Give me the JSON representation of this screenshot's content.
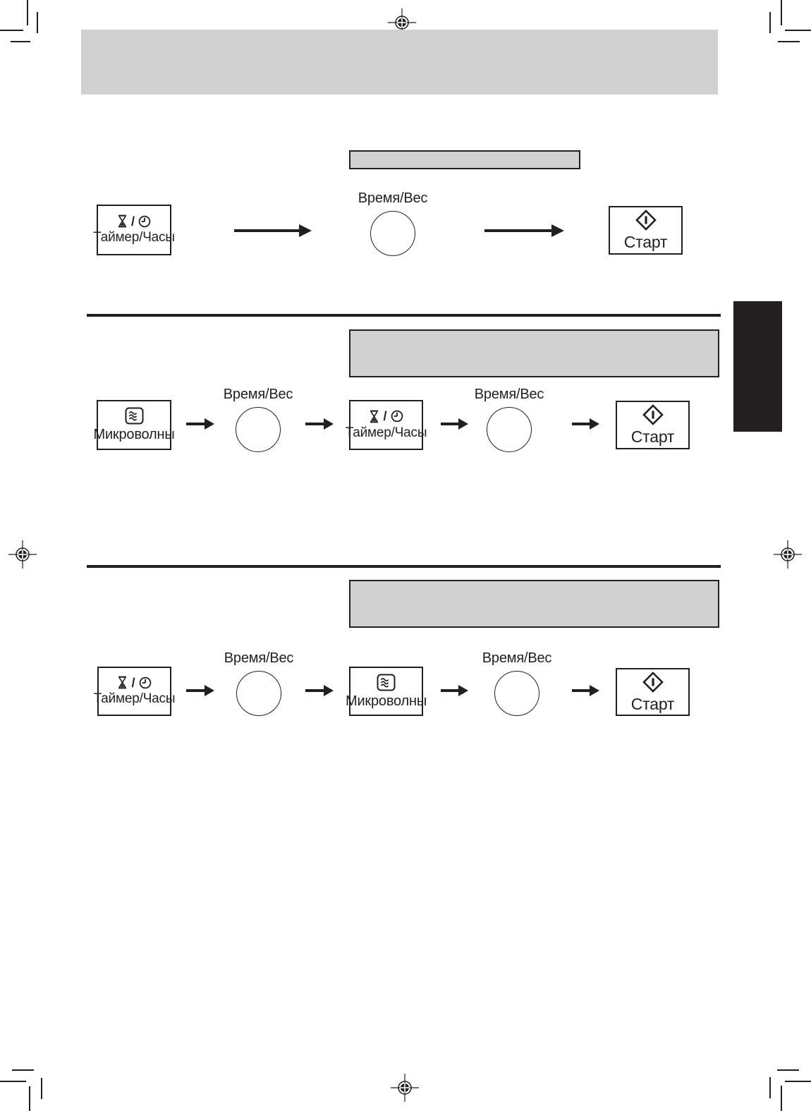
{
  "document": {
    "kind": "microwave-manual-instruction-page",
    "header_bar_text": "",
    "note_boxes": [
      "",
      "",
      ""
    ]
  },
  "labels": {
    "timer_clock": "Таймер/Часы",
    "time_weight": "Время/Вес",
    "microwave": "Микроволны",
    "start": "Старт",
    "icon_separator": "/"
  },
  "icons": {
    "timer": "hourglass-icon",
    "clock": "clock-icon",
    "microwave": "microwave-waves-icon",
    "start": "start-diamond-icon",
    "registration": "registration-mark-icon"
  },
  "colors": {
    "ink": "#231f20",
    "panel_gray": "#d1d1d1",
    "page": "#ffffff"
  },
  "flows": [
    {
      "name": "set-clock",
      "steps": [
        "Таймер/Часы",
        "Время/Вес",
        "Старт"
      ]
    },
    {
      "name": "microwave-then-timer",
      "steps": [
        "Микроволны",
        "Время/Вес",
        "Таймер/Часы",
        "Время/Вес",
        "Старт"
      ]
    },
    {
      "name": "timer-then-microwave",
      "steps": [
        "Таймер/Часы",
        "Время/Вес",
        "Микроволны",
        "Время/Вес",
        "Старт"
      ]
    }
  ]
}
